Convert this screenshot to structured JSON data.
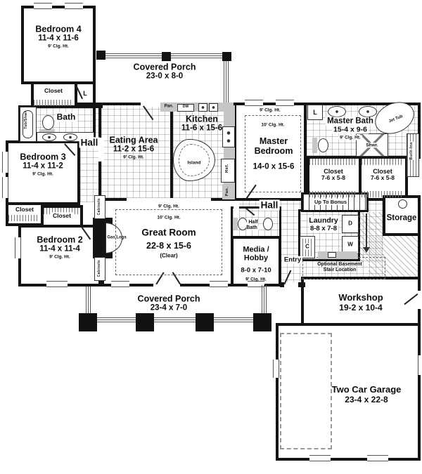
{
  "rooms": {
    "bedroom4": {
      "name": "Bedroom 4",
      "dims": "11-4 x 11-6",
      "clg": "9' Clg. Ht."
    },
    "porch_top": {
      "name": "Covered Porch",
      "dims": "23-0 x 8-0"
    },
    "closet_bed4": {
      "label": "Closet"
    },
    "linen_front": {
      "label": "L"
    },
    "tub_shwr": {
      "label": "Tub/Shwr"
    },
    "bath": {
      "label": "Bath"
    },
    "hall_front": {
      "label": "Hall"
    },
    "bedroom3": {
      "name": "Bedroom 3",
      "dims": "11-4 x 11-2",
      "clg": "9' Clg. Ht."
    },
    "closet_bed3a": {
      "label": "Closet"
    },
    "closet_bed3b": {
      "label": "Closet"
    },
    "bedroom2": {
      "name": "Bedroom 2",
      "dims": "11-4 x 11-4",
      "clg": "9' Clg. Ht."
    },
    "cabinets_top": {
      "label": "Cabinets"
    },
    "gas_logs": {
      "label": "Gas Logs"
    },
    "cabinets_bottom": {
      "label": "Cabinets"
    },
    "eating": {
      "name": "Eating Area",
      "dims": "11-2 x 15-6",
      "clg": "9' Clg. Ht."
    },
    "kitchen": {
      "name": "Kitchen",
      "dims": "11-6 x 15-6"
    },
    "island": {
      "label": "Island"
    },
    "pantry_top": {
      "label": "Pan."
    },
    "dishwasher": {
      "label": "DW"
    },
    "refrigerator": {
      "label": "Ref."
    },
    "pantry_side": {
      "label": "Pan."
    },
    "master": {
      "name": "Master Bedroom",
      "dims": "14-0 x 15-6",
      "clg": "9' Clg. Ht.",
      "clg10": "10' Clg. Ht."
    },
    "linen_master": {
      "label": "L"
    },
    "master_bath": {
      "name": "Master Bath",
      "dims": "15-4 x 9-6",
      "clg": "9' Clg. Ht."
    },
    "jet_tub": {
      "label": "Jet Tub"
    },
    "shower": {
      "label": "Shwr."
    },
    "built_ins": {
      "label": "Built-Ins"
    },
    "mcloset_a": {
      "name": "Closet",
      "dims": "7-6 x 5-8"
    },
    "mcloset_b": {
      "name": "Closet",
      "dims": "7-6 x 5-8"
    },
    "great": {
      "name": "Great Room",
      "dims": "22-8 x 15-6",
      "note": "(Clear)",
      "clg": "9' Clg. Ht.",
      "clg10": "10' Clg. Ht."
    },
    "hall_rear": {
      "label": "Hall"
    },
    "half_bath": {
      "label": "Half Bath"
    },
    "media": {
      "name": "Media / Hobby",
      "dims": "8-0 x 7-10",
      "clg": "9' Clg. Ht."
    },
    "entry": {
      "label": "Entry"
    },
    "stairs": {
      "label": "Up To Bonus"
    },
    "laundry": {
      "name": "Laundry",
      "dims": "8-8 x 7-8"
    },
    "dryer": {
      "label": "D"
    },
    "washer": {
      "label": "W"
    },
    "laundry_closet": {
      "label": "C"
    },
    "storage": {
      "label": "Storage"
    },
    "opt_basement": {
      "line1": "Optional Basement",
      "line2": "Stair Location"
    },
    "workshop": {
      "name": "Workshop",
      "dims": "19-2 x 10-4"
    },
    "porch_bottom": {
      "name": "Covered Porch",
      "dims": "23-4 x 7-0"
    },
    "garage": {
      "name": "Two Car Garage",
      "dims": "23-4 x 22-8"
    }
  },
  "colors": {
    "wall": "#141414",
    "counter": "#c6c6c6"
  }
}
